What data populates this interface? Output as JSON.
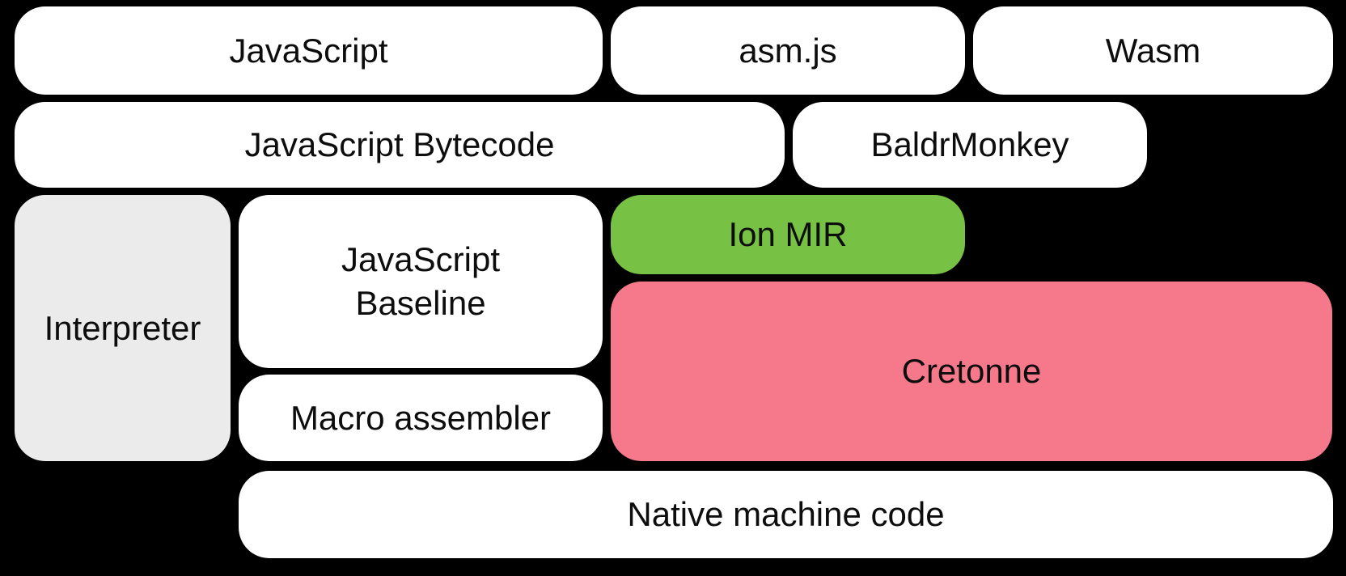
{
  "diagram": {
    "background_color": "#000000",
    "text_color": "#0d0d0d",
    "colors": {
      "default_box": "#ffffff",
      "interpreter_box": "#EBEBEB",
      "ion_mir_box": "#77C144",
      "cretonne_box": "#F6798B"
    },
    "nodes": {
      "javascript": {
        "label": "JavaScript"
      },
      "asmjs": {
        "label": "asm.js"
      },
      "wasm": {
        "label": "Wasm"
      },
      "bytecode": {
        "label": "JavaScript Bytecode"
      },
      "baldrmonkey": {
        "label": "BaldrMonkey"
      },
      "interpreter": {
        "label": "Interpreter"
      },
      "baseline": {
        "label": "JavaScript Baseline"
      },
      "ion_mir": {
        "label": "Ion MIR"
      },
      "macro": {
        "label": "Macro assembler"
      },
      "cretonne": {
        "label": "Cretonne"
      },
      "native": {
        "label": "Native machine code"
      }
    }
  }
}
